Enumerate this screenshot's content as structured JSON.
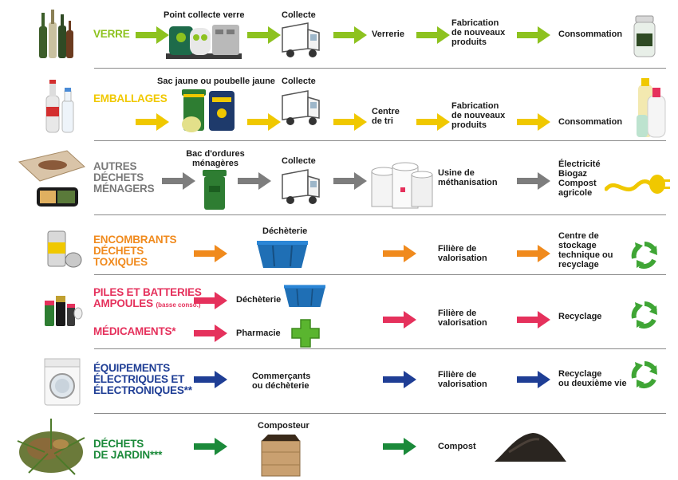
{
  "colors": {
    "verre": "#8dc21f",
    "emballages": "#f0c800",
    "autres": "#7a7a7a",
    "encombrants": "#f08a1d",
    "piles": "#e5315c",
    "equipements": "#1f3e95",
    "jardin": "#1b8a3a",
    "arrow_grey": "#7d7d7d",
    "recycle_green": "#3fa535"
  },
  "rows": {
    "verre": {
      "category": "VERRE",
      "collect_point": "Point collecte verre",
      "collecte": "Collecte",
      "step3": "Verrerie",
      "step4": [
        "Fabrication",
        "de nouveaux",
        "produits"
      ],
      "final": "Consommation"
    },
    "emballages": {
      "category": "EMBALLAGES",
      "collect_point": "Sac jaune ou poubelle jaune",
      "collecte": "Collecte",
      "step3": [
        "Centre",
        "de tri"
      ],
      "step4": [
        "Fabrication",
        "de nouveaux",
        "produits"
      ],
      "final": "Consommation"
    },
    "autres": {
      "category": [
        "AUTRES",
        "DÉCHETS",
        "MÉNAGERS"
      ],
      "collect_point": [
        "Bac d'ordures",
        "ménagères"
      ],
      "collecte": "Collecte",
      "step3": [
        "Usine de",
        "méthanisation"
      ],
      "final": [
        "Électricité",
        "Biogaz",
        "Compost",
        "agricole"
      ]
    },
    "encombrants": {
      "category": [
        "ENCOMBRANTS",
        "DÉCHETS",
        "TOXIQUES"
      ],
      "collect_point": "Déchèterie",
      "step3": [
        "Filière de",
        "valorisation"
      ],
      "final": [
        "Centre de",
        "stockage",
        "technique ou",
        "recyclage"
      ]
    },
    "piles": {
      "category": [
        "PILES ET BATTERIES",
        "AMPOULES"
      ],
      "category_note": "(basse conso.)",
      "category2": "MÉDICAMENTS*",
      "collect_point": "Déchèterie",
      "collect_point2": "Pharmacie",
      "step3": [
        "Filière de",
        "valorisation"
      ],
      "final": "Recyclage"
    },
    "equipements": {
      "category": [
        "ÉQUIPEMENTS",
        "ÉLECTRIQUES ET",
        "ÉLECTRONIQUES**"
      ],
      "collect_point": [
        "Commerçants",
        "ou déchèterie"
      ],
      "step3": [
        "Filière de",
        "valorisation"
      ],
      "final": [
        "Recyclage",
        "ou deuxième vie"
      ]
    },
    "jardin": {
      "category": [
        "DÉCHETS",
        "DE JARDIN***"
      ],
      "collect_point": "Composteur",
      "step3": "Compost"
    }
  },
  "icons": [
    "glass-bottles-icon",
    "glass-container-icon",
    "truck-icon",
    "jar-icon",
    "plastic-bottles-icon",
    "yellow-bin-icon",
    "detergent-bottles-icon",
    "food-waste-icon",
    "green-bin-icon",
    "paper-rolls-icon",
    "plug-icon",
    "paint-cans-icon",
    "skip-container-icon",
    "recycle-icon",
    "batteries-icon",
    "pharmacy-cross-icon",
    "washing-machine-icon",
    "garden-waste-icon",
    "compost-box-icon",
    "compost-pile-icon"
  ]
}
